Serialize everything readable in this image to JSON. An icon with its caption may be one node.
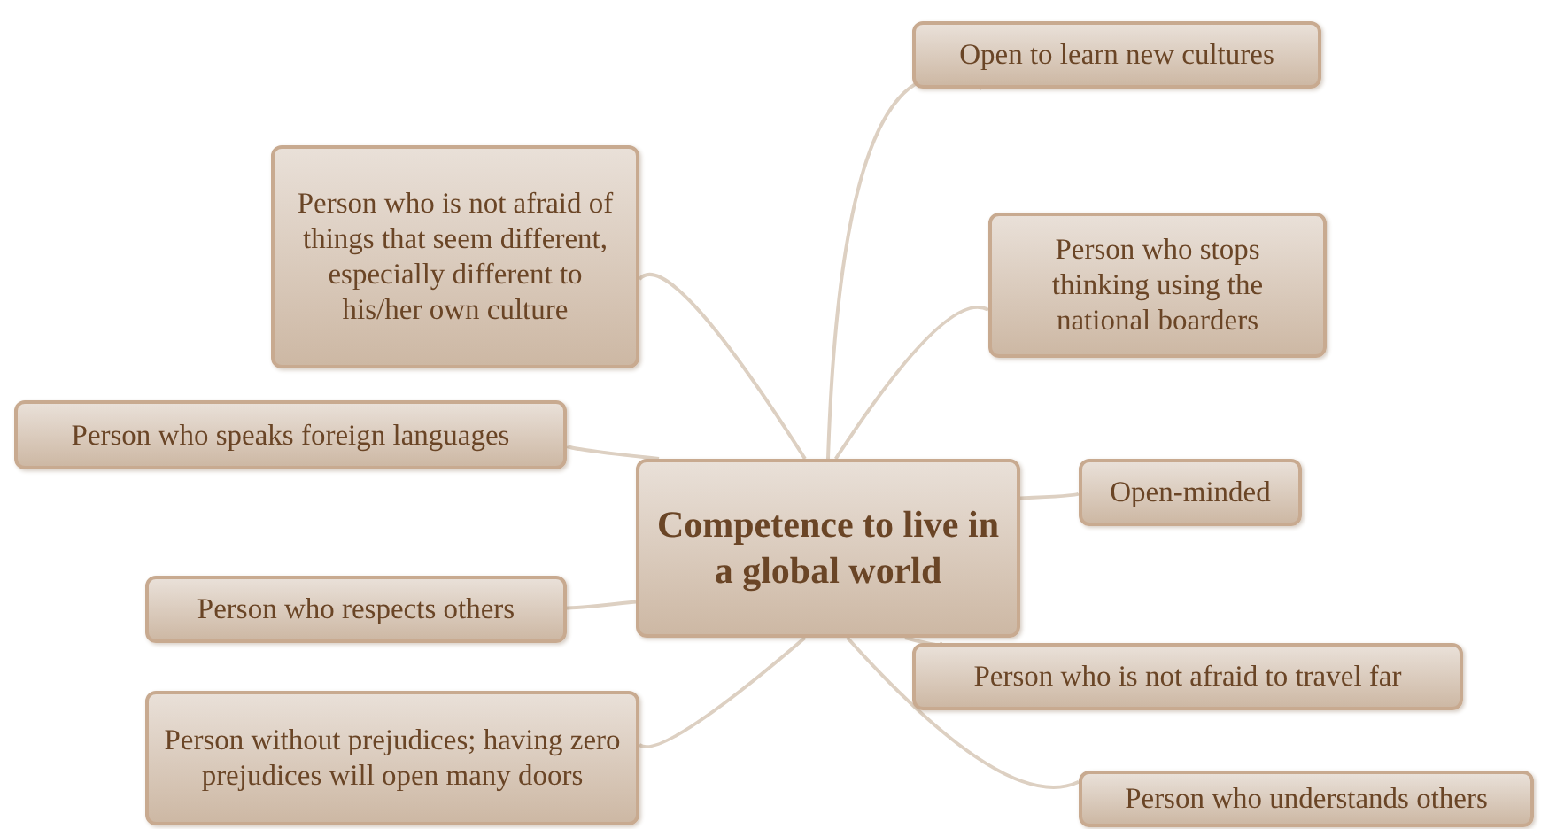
{
  "diagram": {
    "nodes": [
      {
        "text": [
          "Competence to live in a global world"
        ]
      },
      {
        "text": [
          "Open to learn new cultures"
        ]
      },
      {
        "text": [
          "Person who is not afraid of things that seem different, especially different to his/her own culture"
        ]
      },
      {
        "text": [
          "Person who stops thinking using the national boarders"
        ]
      },
      {
        "text": [
          "Person who speaks foreign languages"
        ]
      },
      {
        "text": [
          "Open-minded"
        ]
      },
      {
        "text": [
          "Person who respects others"
        ]
      },
      {
        "text": [
          "Person without prejudices; having zero prejudices will open many doors"
        ]
      },
      {
        "text": [
          "Person who is not afraid to travel far"
        ]
      },
      {
        "text": [
          "Person who understands others"
        ]
      }
    ],
    "edges": [
      {
        "from": 0,
        "to": 1,
        "arrow": "none"
      },
      {
        "from": 0,
        "to": 2,
        "arrow": "none"
      },
      {
        "from": 0,
        "to": 3,
        "arrow": "none"
      },
      {
        "from": 0,
        "to": 4,
        "arrow": "none"
      },
      {
        "from": 0,
        "to": 5,
        "arrow": "none"
      },
      {
        "from": 0,
        "to": 6,
        "arrow": "none"
      },
      {
        "from": 0,
        "to": 7,
        "arrow": "none"
      },
      {
        "from": 0,
        "to": 8,
        "arrow": "none"
      },
      {
        "from": 0,
        "to": 9,
        "arrow": "none"
      }
    ]
  }
}
